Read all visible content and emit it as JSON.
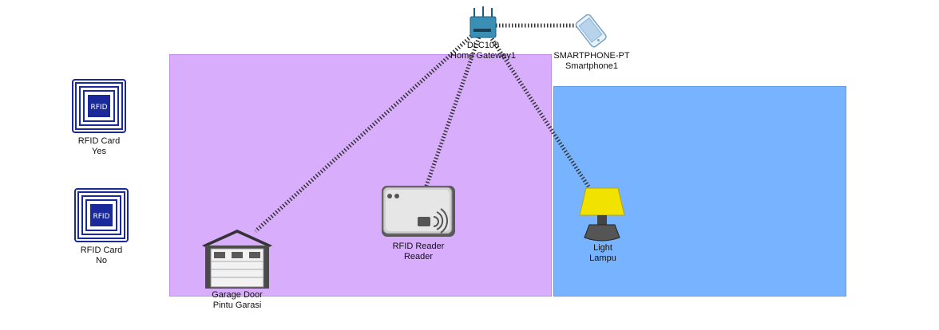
{
  "devices": {
    "gateway": {
      "model": "DLC100",
      "name": "Home Gateway1"
    },
    "smartphone": {
      "model": "SMARTPHONE-PT",
      "name": "Smartphone1"
    },
    "rfid_card_yes": {
      "model": "RFID Card",
      "name": "Yes",
      "badge": "RFID"
    },
    "rfid_card_no": {
      "model": "RFID Card",
      "name": "No",
      "badge": "RFID"
    },
    "rfid_reader": {
      "model": "RFID Reader",
      "name": "Reader"
    },
    "garage_door": {
      "model": "Garage Door",
      "name": "Pintu Garasi"
    },
    "light": {
      "model": "Light",
      "name": "Lampu"
    }
  },
  "links": [
    {
      "from": "gateway",
      "to": "smartphone",
      "type": "wireless"
    },
    {
      "from": "gateway",
      "to": "garage_door",
      "type": "wireless"
    },
    {
      "from": "gateway",
      "to": "rfid_reader",
      "type": "wireless"
    },
    {
      "from": "gateway",
      "to": "light",
      "type": "wireless"
    }
  ],
  "colors": {
    "purple_zone": "#d8adfc",
    "blue_zone": "#77b3ff",
    "link": "#333333",
    "card": "#1a2a9a",
    "lamp_shade": "#f2e200"
  },
  "icons": {
    "gateway": "home-gateway-icon",
    "smartphone": "smartphone-icon",
    "rfid_card": "rfid-card-icon",
    "rfid_reader": "rfid-reader-icon",
    "garage_door": "garage-door-icon",
    "light": "lamp-icon"
  }
}
